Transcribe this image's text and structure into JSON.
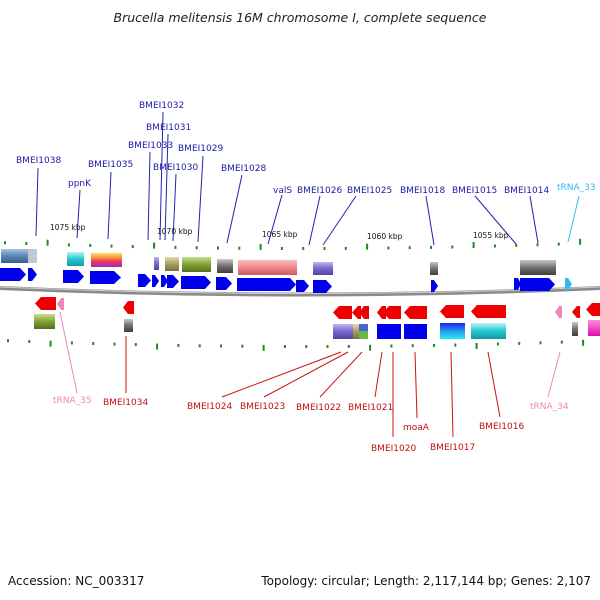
{
  "title": "Brucella melitensis 16M chromosome I, complete sequence",
  "footer": {
    "accession": "Accession: NC_003317",
    "summary": "Topology: circular; Length: 2,117,144 bp; Genes: 2,107"
  },
  "scale_labels": [
    "1075 kbp",
    "1070 kbp",
    "1065 kbp",
    "1060 kbp",
    "1055 kbp"
  ],
  "top_labels": [
    {
      "text": "BMEI1038",
      "kind": "gene"
    },
    {
      "text": "ppnK",
      "kind": "gene"
    },
    {
      "text": "BMEI1035",
      "kind": "gene"
    },
    {
      "text": "BMEI1032",
      "kind": "gene"
    },
    {
      "text": "BMEI1031",
      "kind": "gene"
    },
    {
      "text": "BMEI1033",
      "kind": "gene"
    },
    {
      "text": "BMEI1029",
      "kind": "gene"
    },
    {
      "text": "BMEI1030",
      "kind": "gene"
    },
    {
      "text": "BMEI1028",
      "kind": "gene"
    },
    {
      "text": "valS",
      "kind": "gene"
    },
    {
      "text": "BMEI1026",
      "kind": "gene"
    },
    {
      "text": "BMEI1025",
      "kind": "gene"
    },
    {
      "text": "BMEI1018",
      "kind": "gene"
    },
    {
      "text": "BMEI1015",
      "kind": "gene"
    },
    {
      "text": "BMEI1014",
      "kind": "gene"
    },
    {
      "text": "tRNA_33",
      "kind": "trna"
    }
  ],
  "bottom_labels": [
    {
      "text": "tRNA_35",
      "kind": "trna"
    },
    {
      "text": "BMEI1034",
      "kind": "gene"
    },
    {
      "text": "BMEI1024",
      "kind": "gene"
    },
    {
      "text": "BMEI1023",
      "kind": "gene"
    },
    {
      "text": "BMEI1022",
      "kind": "gene"
    },
    {
      "text": "BMEI1021",
      "kind": "gene"
    },
    {
      "text": "BMEI1020",
      "kind": "gene"
    },
    {
      "text": "moaA",
      "kind": "gene"
    },
    {
      "text": "BMEI1017",
      "kind": "gene"
    },
    {
      "text": "BMEI1016",
      "kind": "gene"
    },
    {
      "text": "tRNA_34",
      "kind": "trna"
    }
  ],
  "colors": {
    "forward_gene": "#0000ee",
    "reverse_gene": "#ee0000",
    "forward_label": "#1a1aa8",
    "reverse_label": "#c01010",
    "trna_forward": "#33bbee",
    "trna_reverse": "#ee88bb",
    "backbone": "#777777",
    "tick": "#228822"
  }
}
